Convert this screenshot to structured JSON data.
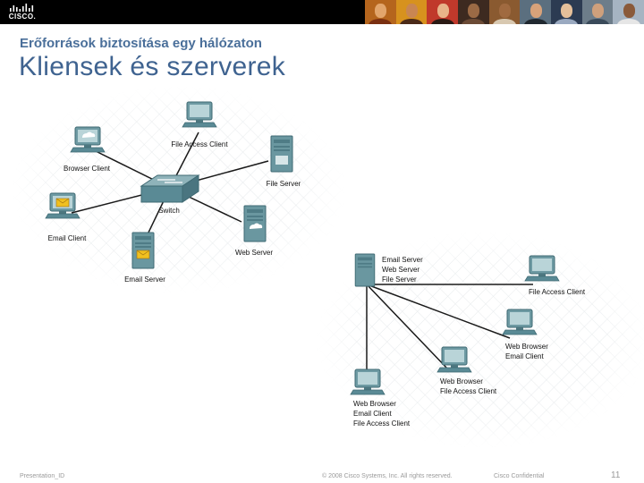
{
  "header": {
    "logo_text": "CISCO.",
    "subtitle": "Erőforrások biztosítása egy hálózaton",
    "title": "Kliensek és szerverek"
  },
  "diagram1": {
    "file_access_client": "File Access Client",
    "browser_client": "Browser Client",
    "file_server": "File Server",
    "switch": "Switch",
    "email_client": "Email Client",
    "web_server": "Web Server",
    "email_server": "Email Server"
  },
  "diagram2": {
    "server_line1": "Email Server",
    "server_line2": "Web Server",
    "server_line3": "File Server",
    "client_right_top": "File Access Client",
    "client_mid_line1": "Web Browser",
    "client_mid_line2": "Email Client",
    "client_bottom_mid_line1": "Web Browser",
    "client_bottom_mid_line2": "File Access Client",
    "client_left_line1": "Web Browser",
    "client_left_line2": "Email Client",
    "client_left_line3": "File Access Client"
  },
  "footer": {
    "left": "Presentation_ID",
    "mid": "© 2008 Cisco Systems, Inc. All rights reserved.",
    "right": "Cisco Confidential",
    "page_number": "11"
  },
  "colors": {
    "title": "#3f6390",
    "device": "#5a8a95",
    "link": "#1a1a1a"
  }
}
